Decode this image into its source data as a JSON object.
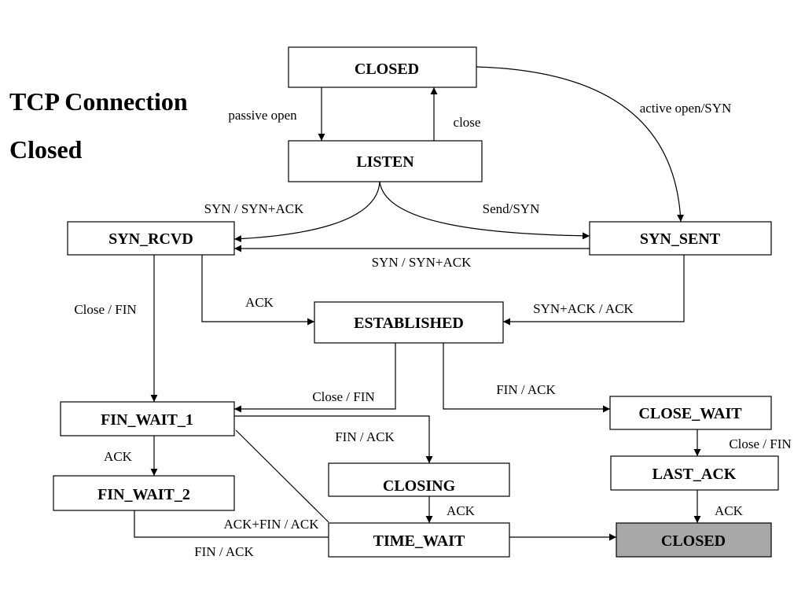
{
  "title": {
    "line1": "TCP Connection",
    "line2": "Closed"
  },
  "colors": {
    "state_fill": "#ffffff",
    "final_state_fill": "#a8a8a8",
    "stroke": "#000000"
  },
  "states": {
    "closed_top": "CLOSED",
    "listen": "LISTEN",
    "syn_rcvd": "SYN_RCVD",
    "syn_sent": "SYN_SENT",
    "established": "ESTABLISHED",
    "fin_wait_1": "FIN_WAIT_1",
    "close_wait": "CLOSE_WAIT",
    "closing": "CLOSING",
    "last_ack": "LAST_ACK",
    "fin_wait_2": "FIN_WAIT_2",
    "time_wait": "TIME_WAIT",
    "closed_final": "CLOSED"
  },
  "transitions": {
    "passive_open": "passive open",
    "close": "close",
    "active_open": "active open/SYN",
    "listen_to_syn_rcvd": "SYN / SYN+ACK",
    "send_syn": "Send/SYN",
    "syn_sent_to_syn_rcvd": "SYN / SYN+ACK",
    "syn_rcvd_ack": "ACK",
    "syn_sent_to_established": "SYN+ACK / ACK",
    "syn_rcvd_close": "Close / FIN",
    "established_close": "Close / FIN",
    "established_fin": "FIN / ACK",
    "fin_wait_1_fin": "FIN / ACK",
    "fin_wait_1_ack": "ACK",
    "close_wait_close": "Close / FIN",
    "closing_ack": "ACK",
    "last_ack_ack": "ACK",
    "fin_wait_1_ack_fin": "ACK+FIN / ACK",
    "fin_wait_2_fin": "FIN / ACK"
  }
}
